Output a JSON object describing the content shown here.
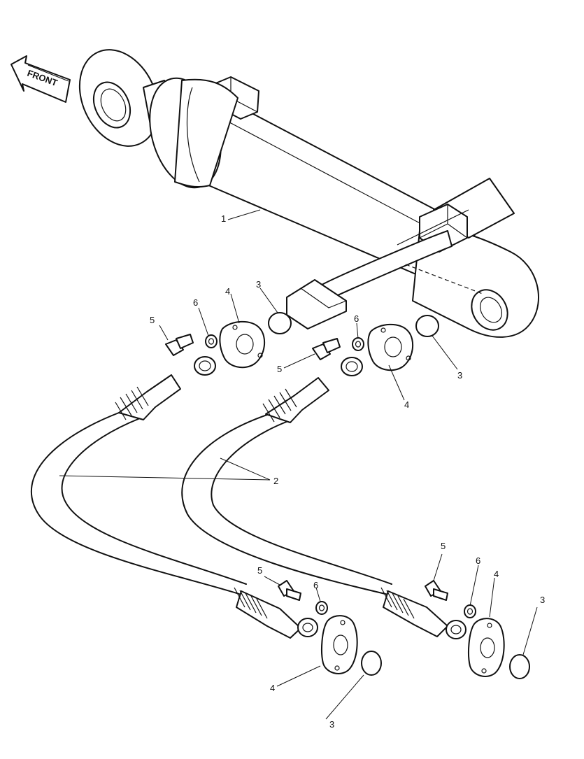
{
  "front_label": "FRONT",
  "callouts": {
    "c1": "1",
    "c2": "2",
    "c3a": "3",
    "c3b": "3",
    "c3c": "3",
    "c3d": "3",
    "c4a": "4",
    "c4b": "4",
    "c4c": "4",
    "c4d": "4",
    "c5a": "5",
    "c5b": "5",
    "c5c": "5",
    "c5d": "5",
    "c6a": "6",
    "c6b": "6",
    "c6c": "6",
    "c6d": "6"
  }
}
